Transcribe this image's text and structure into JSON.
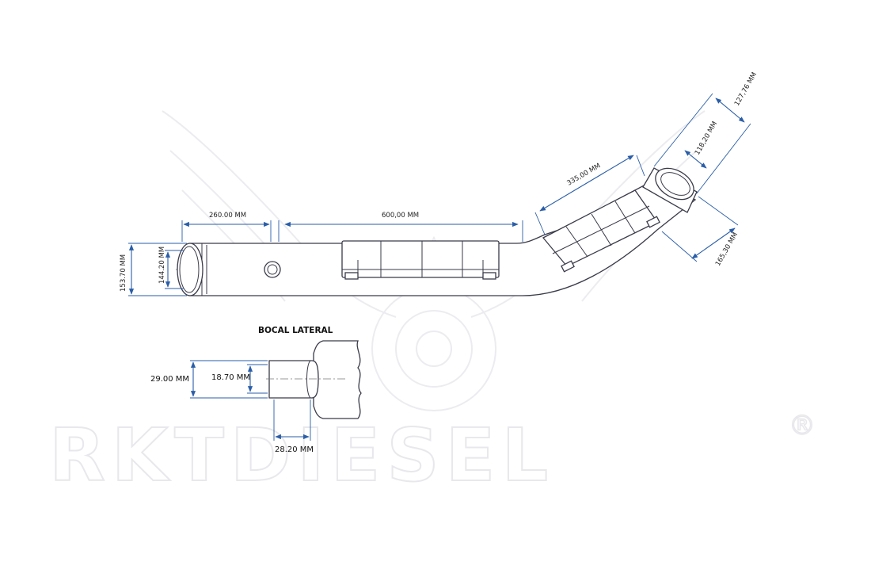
{
  "watermark": {
    "brand": "RKTDIESEL",
    "registered_mark": "®"
  },
  "dimensions": {
    "outer_diameter": "153.70 MM",
    "inner_diameter": "144.20 MM",
    "length_1": "260.00 MM",
    "length_2": "600,00 MM",
    "length_3": "335,00 MM",
    "outlet_outer": "127,76 MM",
    "outlet_inner": "118,20 MM",
    "outlet_width": "165,30 MM"
  },
  "detail": {
    "title": "BOCAL LATERAL",
    "outer_diameter": "29.00 MM",
    "inner_diameter": "18.70 MM",
    "length": "28.20 MM"
  }
}
